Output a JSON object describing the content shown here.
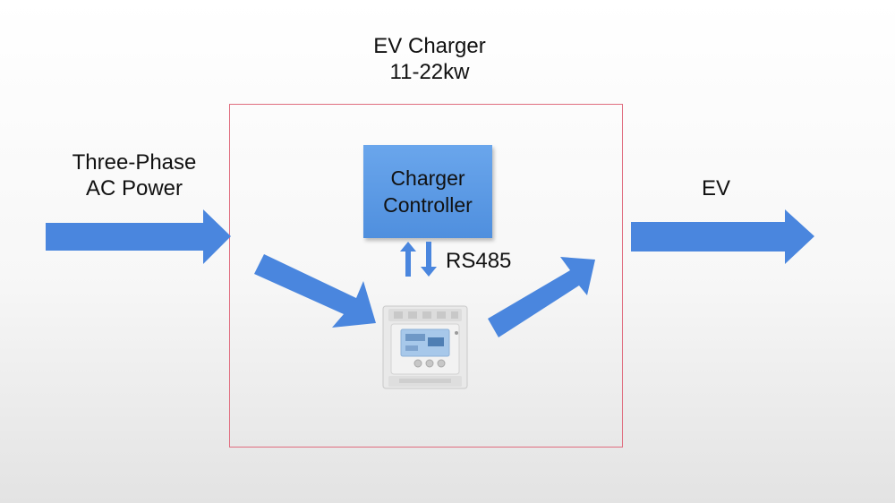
{
  "diagram": {
    "title": {
      "line1": "EV Charger",
      "line2": "11-22kw"
    },
    "input_label": {
      "line1": "Three-Phase",
      "line2": "AC Power"
    },
    "output_label": "EV",
    "controller": {
      "line1": "Charger",
      "line2": "Controller"
    },
    "link_label": "RS485",
    "colors": {
      "arrow": "#4a86de",
      "box": "#5a97e6",
      "frame": "#e06d7f"
    },
    "icons": {
      "meter": "din-rail-energy-meter-icon",
      "link": "bidirectional-arrow-icon"
    }
  }
}
